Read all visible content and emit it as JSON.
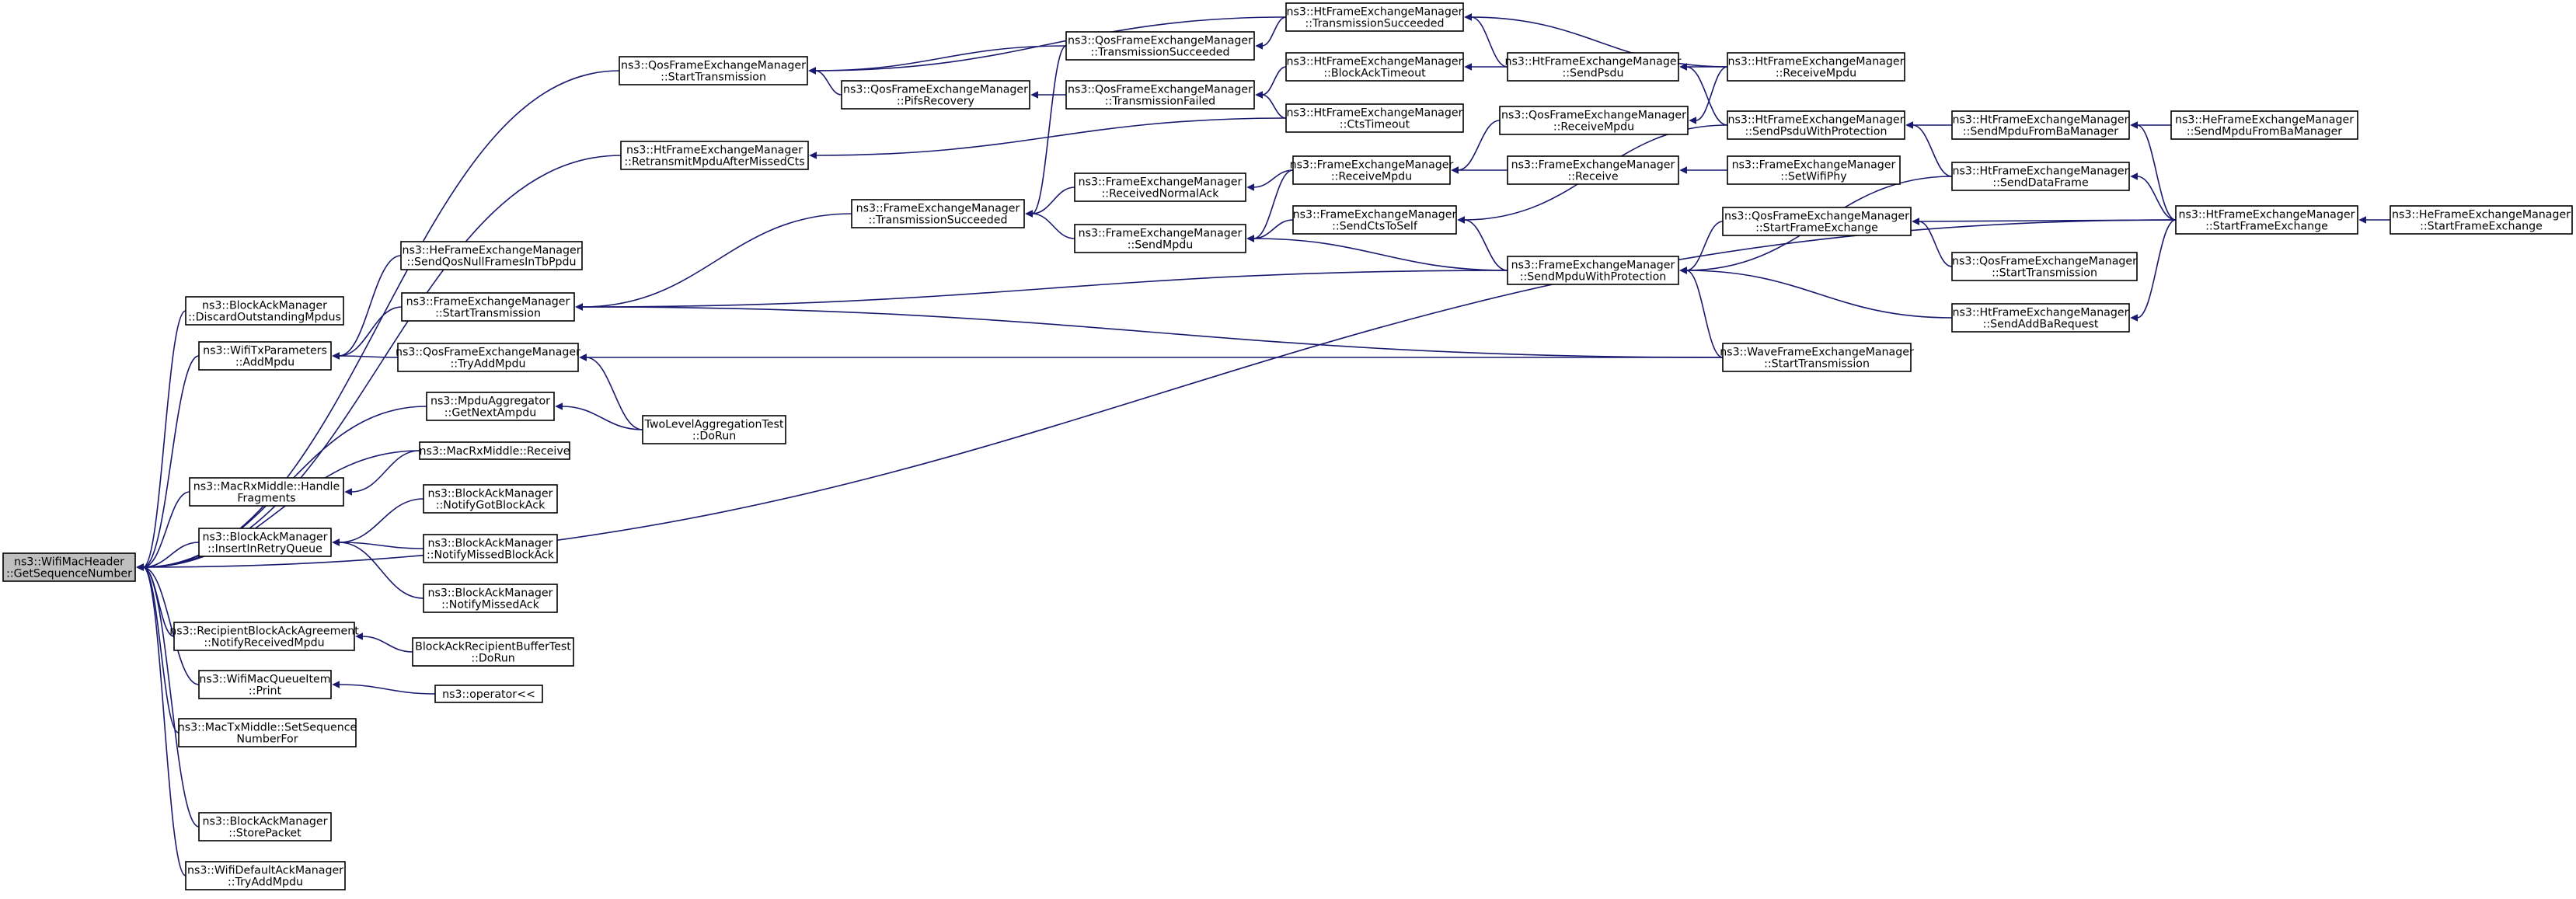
{
  "graph": {
    "edge_color": "#191970",
    "root_fill": "#bfbfbf",
    "node_fill": "#ffffff",
    "nodes": [
      {
        "id": "root",
        "lines": [
          "ns3::WifiMacHeader",
          "::GetSequenceNumber"
        ],
        "root": true
      },
      {
        "id": "qfem_start",
        "lines": [
          "ns3::QosFrameExchangeManager",
          "::StartTransmission"
        ]
      },
      {
        "id": "htfem_retx",
        "lines": [
          "ns3::HtFrameExchangeManager",
          "::RetransmitMpduAfterMissedCts"
        ]
      },
      {
        "id": "bam_discard",
        "lines": [
          "ns3::BlockAckManager",
          "::DiscardOutstandingMpdus"
        ]
      },
      {
        "id": "wtx_add",
        "lines": [
          "ns3::WifiTxParameters",
          "::AddMpdu"
        ]
      },
      {
        "id": "agg_next",
        "lines": [
          "ns3::MpduAggregator",
          "::GetNextAmpdu"
        ]
      },
      {
        "id": "rx_receive",
        "lines": [
          "ns3::MacRxMiddle::Receive"
        ]
      },
      {
        "id": "rx_handle",
        "lines": [
          "ns3::MacRxMiddle::Handle",
          "Fragments"
        ]
      },
      {
        "id": "bam_insert",
        "lines": [
          "ns3::BlockAckManager",
          "::InsertInRetryQueue"
        ]
      },
      {
        "id": "rba_notify",
        "lines": [
          "ns3::RecipientBlockAckAgreement",
          "::NotifyReceivedMpdu"
        ]
      },
      {
        "id": "wmqi_print",
        "lines": [
          "ns3::WifiMacQueueItem",
          "::Print"
        ]
      },
      {
        "id": "tx_setseq",
        "lines": [
          "ns3::MacTxMiddle::SetSequence",
          "NumberFor"
        ]
      },
      {
        "id": "bam_store",
        "lines": [
          "ns3::BlockAckManager",
          "::StorePacket"
        ]
      },
      {
        "id": "wdam_try",
        "lines": [
          "ns3::WifiDefaultAckManager",
          "::TryAddMpdu"
        ]
      },
      {
        "id": "hefem_qos",
        "lines": [
          "ns3::HeFrameExchangeManager",
          "::SendQosNullFramesInTbPpdu"
        ]
      },
      {
        "id": "fem_start",
        "lines": [
          "ns3::FrameExchangeManager",
          "::StartTransmission"
        ]
      },
      {
        "id": "qfem_try",
        "lines": [
          "ns3::QosFrameExchangeManager",
          "::TryAddMpdu"
        ]
      },
      {
        "id": "tlat_run",
        "lines": [
          "TwoLevelAggregationTest",
          "::DoRun"
        ]
      },
      {
        "id": "bam_gotba",
        "lines": [
          "ns3::BlockAckManager",
          "::NotifyGotBlockAck"
        ]
      },
      {
        "id": "bam_missedba",
        "lines": [
          "ns3::BlockAckManager",
          "::NotifyMissedBlockAck"
        ]
      },
      {
        "id": "bam_missedack",
        "lines": [
          "ns3::BlockAckManager",
          "::NotifyMissedAck"
        ]
      },
      {
        "id": "barbt_run",
        "lines": [
          "BlockAckRecipientBufferTest",
          "::DoRun"
        ]
      },
      {
        "id": "op_out",
        "lines": [
          "ns3::operator<<"
        ]
      },
      {
        "id": "qfem_pifs",
        "lines": [
          "ns3::QosFrameExchangeManager",
          "::PifsRecovery"
        ]
      },
      {
        "id": "fem_txsucc",
        "lines": [
          "ns3::FrameExchangeManager",
          "::TransmissionSucceeded"
        ]
      },
      {
        "id": "qfem_txsucc",
        "lines": [
          "ns3::QosFrameExchangeManager",
          "::TransmissionSucceeded"
        ]
      },
      {
        "id": "qfem_txfail",
        "lines": [
          "ns3::QosFrameExchangeManager",
          "::TransmissionFailed"
        ]
      },
      {
        "id": "fem_rxnormack",
        "lines": [
          "ns3::FrameExchangeManager",
          "::ReceivedNormalAck"
        ]
      },
      {
        "id": "fem_sendmpdu",
        "lines": [
          "ns3::FrameExchangeManager",
          "::SendMpdu"
        ]
      },
      {
        "id": "htfem_txsucc",
        "lines": [
          "ns3::HtFrameExchangeManager",
          "::TransmissionSucceeded"
        ]
      },
      {
        "id": "htfem_batimeout",
        "lines": [
          "ns3::HtFrameExchangeManager",
          "::BlockAckTimeout"
        ]
      },
      {
        "id": "htfem_ctstimeout",
        "lines": [
          "ns3::HtFrameExchangeManager",
          "::CtsTimeout"
        ]
      },
      {
        "id": "fem_rxmpdu",
        "lines": [
          "ns3::FrameExchangeManager",
          "::ReceiveMpdu"
        ]
      },
      {
        "id": "fem_ctstoself",
        "lines": [
          "ns3::FrameExchangeManager",
          "::SendCtsToSelf"
        ]
      },
      {
        "id": "qfem_rxmpdu",
        "lines": [
          "ns3::QosFrameExchangeManager",
          "::ReceiveMpdu"
        ]
      },
      {
        "id": "htfem_sendpsdu",
        "lines": [
          "ns3::HtFrameExchangeManager",
          "::SendPsdu"
        ]
      },
      {
        "id": "fem_receive",
        "lines": [
          "ns3::FrameExchangeManager",
          "::Receive"
        ]
      },
      {
        "id": "fem_sendmpdu_prot",
        "lines": [
          "ns3::FrameExchangeManager",
          "::SendMpduWithProtection"
        ]
      },
      {
        "id": "fem_setphy",
        "lines": [
          "ns3::FrameExchangeManager",
          "::SetWifiPhy"
        ]
      },
      {
        "id": "htfem_rxmpdu",
        "lines": [
          "ns3::HtFrameExchangeManager",
          "::ReceiveMpdu"
        ]
      },
      {
        "id": "htfem_sendpsdu_prot",
        "lines": [
          "ns3::HtFrameExchangeManager",
          "::SendPsduWithProtection"
        ]
      },
      {
        "id": "qfem_startfe",
        "lines": [
          "ns3::QosFrameExchangeManager",
          "::StartFrameExchange"
        ]
      },
      {
        "id": "wfem_start",
        "lines": [
          "ns3::WaveFrameExchangeManager",
          "::StartTransmission"
        ]
      },
      {
        "id": "htfem_sendmpdufromba",
        "lines": [
          "ns3::HtFrameExchangeManager",
          "::SendMpduFromBaManager"
        ]
      },
      {
        "id": "htfem_senddata",
        "lines": [
          "ns3::HtFrameExchangeManager",
          "::SendDataFrame"
        ]
      },
      {
        "id": "qfem_start2",
        "lines": [
          "ns3::QosFrameExchangeManager",
          "::StartTransmission"
        ]
      },
      {
        "id": "htfem_sendaddba",
        "lines": [
          "ns3::HtFrameExchangeManager",
          "::SendAddBaRequest"
        ]
      },
      {
        "id": "hefem_sendmpdufromba",
        "lines": [
          "ns3::HeFrameExchangeManager",
          "::SendMpduFromBaManager"
        ]
      },
      {
        "id": "htfem_startfe",
        "lines": [
          "ns3::HtFrameExchangeManager",
          "::StartFrameExchange"
        ]
      },
      {
        "id": "hefem_startfe",
        "lines": [
          "ns3::HeFrameExchangeManager",
          "::StartFrameExchange"
        ]
      }
    ]
  }
}
